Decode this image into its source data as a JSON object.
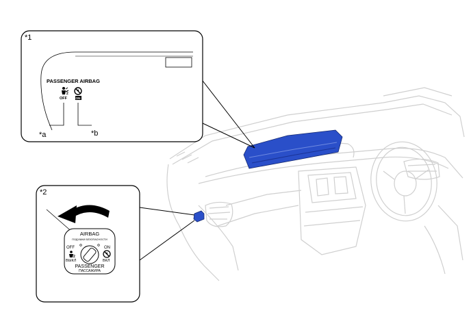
{
  "callouts": {
    "star1": "*1",
    "star2": "*2",
    "a": "*a",
    "b": "*b"
  },
  "indicator_panel": {
    "title": "PASSENGER AIRBAG",
    "off_label": "OFF",
    "on_label": "ON"
  },
  "key_switch": {
    "airbag": "AIRBAG",
    "airbag_ru": "ПОДУШКИ БЕЗОПАСНОСТИ",
    "off": "OFF",
    "off_ru": "ВЫКЛ",
    "on": "ON",
    "on_ru": "ВКЛ",
    "passenger": "PASSENGER",
    "passenger_ru": "ПАССАЖИРА"
  },
  "colors": {
    "highlight": "#2a4fc9",
    "outline": "#000000",
    "faded": "#c8c8c8"
  }
}
